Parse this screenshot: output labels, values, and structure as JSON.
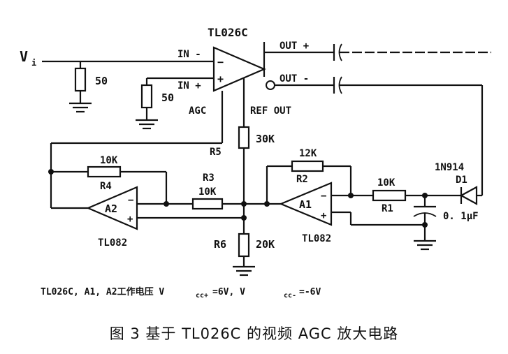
{
  "labels": {
    "vi": "V",
    "vi_sub": "i",
    "in_minus": "IN -",
    "in_plus": "IN +",
    "agc": "AGC",
    "tl026c": "TL026C",
    "out_plus": "OUT +",
    "out_minus": "OUT -",
    "ref_out": "REF OUT",
    "r50a": "50",
    "r50b": "50",
    "r5": "R5",
    "r5_val": "30K",
    "r4_val": "10K",
    "r4": "R4",
    "a2": "A2",
    "tl082_left": "TL082",
    "r3": "R3",
    "r3_val": "10K",
    "r6": "R6",
    "r6_val": "20K",
    "r2_val": "12K",
    "r2": "R2",
    "a1": "A1",
    "tl082_right": "TL082",
    "r1_val": "10K",
    "r1": "R1",
    "d1_part": "1N914",
    "d1": "D1",
    "cap_val": "0. 1μF",
    "note": "TL026C, A1, A2工作电压 V",
    "note_vcc_plus_sub": "cc+",
    "note_mid": " =6V,  V",
    "note_vcc_minus_sub": "cc-",
    "note_end": "=-6V",
    "minus_sign": "−",
    "plus_sign": "+"
  },
  "caption": "图 3  基于 TL026C 的视频 AGC 放大电路"
}
